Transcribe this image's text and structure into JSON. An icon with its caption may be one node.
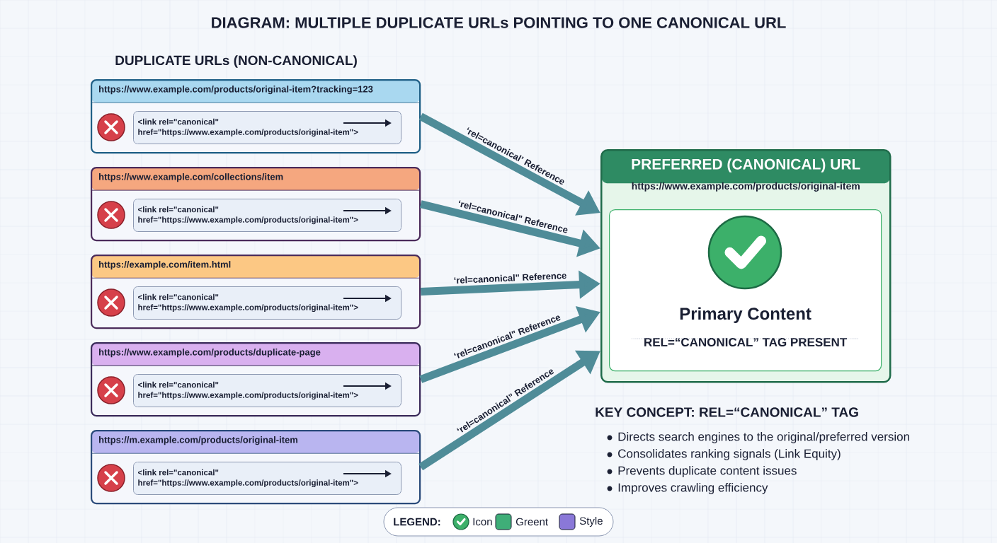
{
  "diagram": {
    "title": "DIAGRAM: MULTIPLE DUPLICATE URLs POINTING TO ONE CANONICAL URL",
    "nodes": [
      {
        "text": [
          "https://www.example.com/products/original-item?tracking=123"
        ]
      },
      {
        "text": [
          "<link rel=\"canonical\" href=\"https://www.example.com/products/original-item\">"
        ],
        "in": 0
      },
      {
        "text": [
          "https://www.example.com/collections/item"
        ]
      },
      {
        "text": [
          "<link rel=\"canonical\" href=\"https://www.example.com/products/original-item\">"
        ],
        "in": 2
      },
      {
        "text": [
          "https://example.com/item.html"
        ]
      },
      {
        "text": [
          "<link rel=\"canonical\" href=\"https://www.example.com/products/original-item\">"
        ],
        "in": 4
      },
      {
        "text": [
          "https://www.example.com/products/duplicate-page"
        ]
      },
      {
        "text": [
          "<link rel=\"canonical\" href=\"https://www.example.com/products/original-item\">"
        ],
        "in": 6
      },
      {
        "text": [
          "https://m.example.com/products/original-item"
        ]
      },
      {
        "text": [
          "<link rel=\"canonical\" href=\"https://www.example.com/products/original-item\">"
        ],
        "in": 8
      },
      {
        "text": [
          "PREFERRED (CANONICAL) URL",
          "https://www.example.com/products/original-item"
        ]
      },
      {
        "text": [
          "Primary Content",
          "REL=“CANONICAL” TAG PRESENT"
        ],
        "in": 10
      }
    ],
    "edges": [
      {
        "from": 0,
        "to": 10,
        "arrow": "to",
        "label": "‘rel=canonical’ Reference"
      },
      {
        "from": 2,
        "to": 10,
        "arrow": "to",
        "label": "‘rel=canonical\" Reference"
      },
      {
        "from": 4,
        "to": 10,
        "arrow": "to",
        "label": "‘rel=canonical\" Reference"
      },
      {
        "from": 6,
        "to": 10,
        "arrow": "to",
        "label": "‘rel=canonical\" Reference"
      },
      {
        "from": 8,
        "to": 10,
        "arrow": "to",
        "label": "‘rel=canonical” Reference"
      }
    ],
    "labels": [
      "DUPLICATE URLs (NON-CANONICAL)",
      "KEY CONCEPT: REL=“CANONICAL” TAG",
      "Directs search engines to the original/preferred version",
      "Consolidates ranking signals (Link Equity)",
      "Prevents duplicate content issues",
      "Improves crawling efficiency",
      "LEGEND:"
    ],
    "legend": [
      {
        "text": "Icon"
      },
      {
        "text": "Greent",
        "color": "#3fae78"
      },
      {
        "text": "Style",
        "color": "#8a78d8"
      }
    ]
  }
}
